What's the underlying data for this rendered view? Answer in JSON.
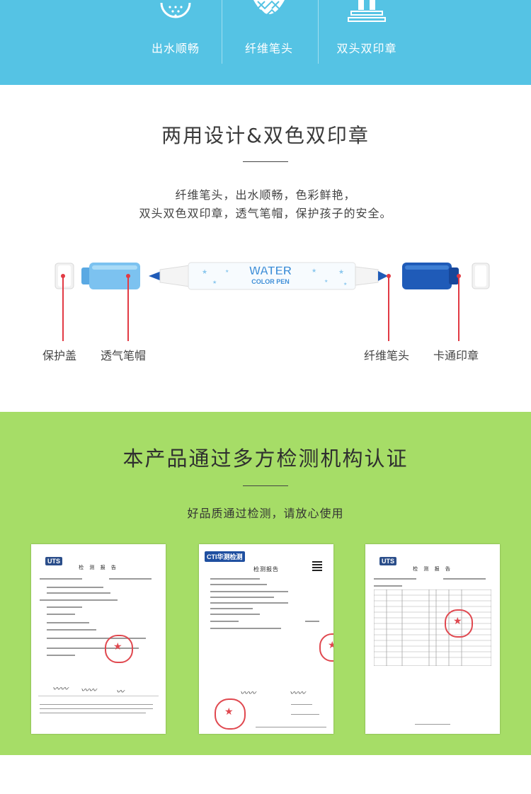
{
  "features": [
    {
      "label": "出水顺畅",
      "icon": "shower-icon"
    },
    {
      "label": "纤维笔头",
      "icon": "fiber-mesh-icon"
    },
    {
      "label": "双头双印章",
      "icon": "stamp-icon"
    }
  ],
  "design_section": {
    "title": "两用设计&双色双印章",
    "description_lines": [
      "纤维笔头，出水顺畅，色彩鲜艳，",
      "双头双色双印章，透气笔帽，保护孩子的安全。"
    ],
    "pen_brand_line1": "WATER",
    "pen_brand_line2": "COLOR PEN",
    "part_labels": [
      "保护盖",
      "透气笔帽",
      "纤维笔头",
      "卡通印章"
    ],
    "colors": {
      "pointer": "#e23a44",
      "cap_light": "#6fbbee",
      "cap_dark": "#1f5bb8"
    }
  },
  "certification_section": {
    "title": "本产品通过多方检测机构认证",
    "subtitle": "好品质通过检测，请放心使用",
    "certificates": [
      {
        "logo": "UTS",
        "heading": "检 测 报 告"
      },
      {
        "logo": "CTI华测检测",
        "heading": "检测报告"
      },
      {
        "logo": "UTS",
        "heading": "检 测 报 告"
      }
    ],
    "colors": {
      "band": "#a6dd67",
      "stamp": "#e0484f"
    }
  },
  "colors": {
    "top_band": "#55c3e4"
  }
}
